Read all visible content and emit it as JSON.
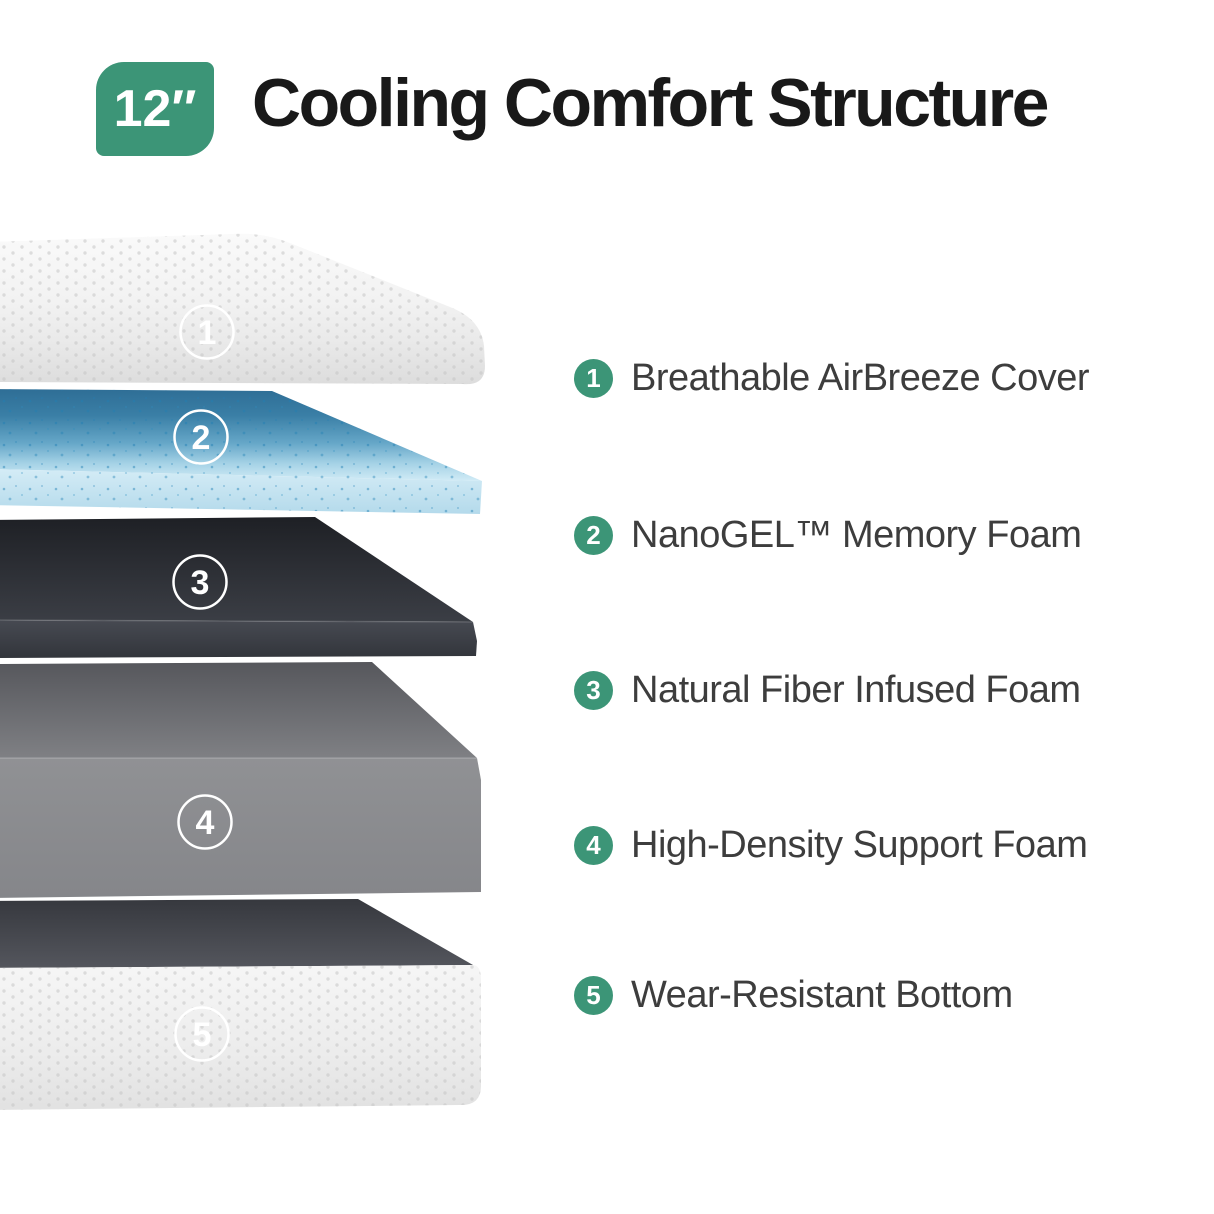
{
  "header": {
    "badge": "12″",
    "title": "Cooling Comfort Structure"
  },
  "legend": {
    "items": [
      {
        "number": "1",
        "label": "Breathable AirBreeze Cover"
      },
      {
        "number": "2",
        "label": "NanoGEL™ Memory Foam"
      },
      {
        "number": "3",
        "label": "Natural Fiber Infused Foam"
      },
      {
        "number": "4",
        "label": "High-Density Support Foam"
      },
      {
        "number": "5",
        "label": "Wear-Resistant Bottom"
      }
    ]
  },
  "diagram": {
    "description": "Exploded view of 12-inch mattress with 5 numbered layers",
    "layer_markers": [
      "1",
      "2",
      "3",
      "4",
      "5"
    ]
  },
  "colors": {
    "accent_green": "#3C9577",
    "title_text": "#191919",
    "legend_text": "#3d3d3d",
    "gel_blue_dark": "#2e6d95",
    "gel_blue_light": "#cfeaf5",
    "charcoal_foam": "#2b2d33",
    "support_gray": "#8a8b8d",
    "cover_white": "#f1f1f1"
  }
}
